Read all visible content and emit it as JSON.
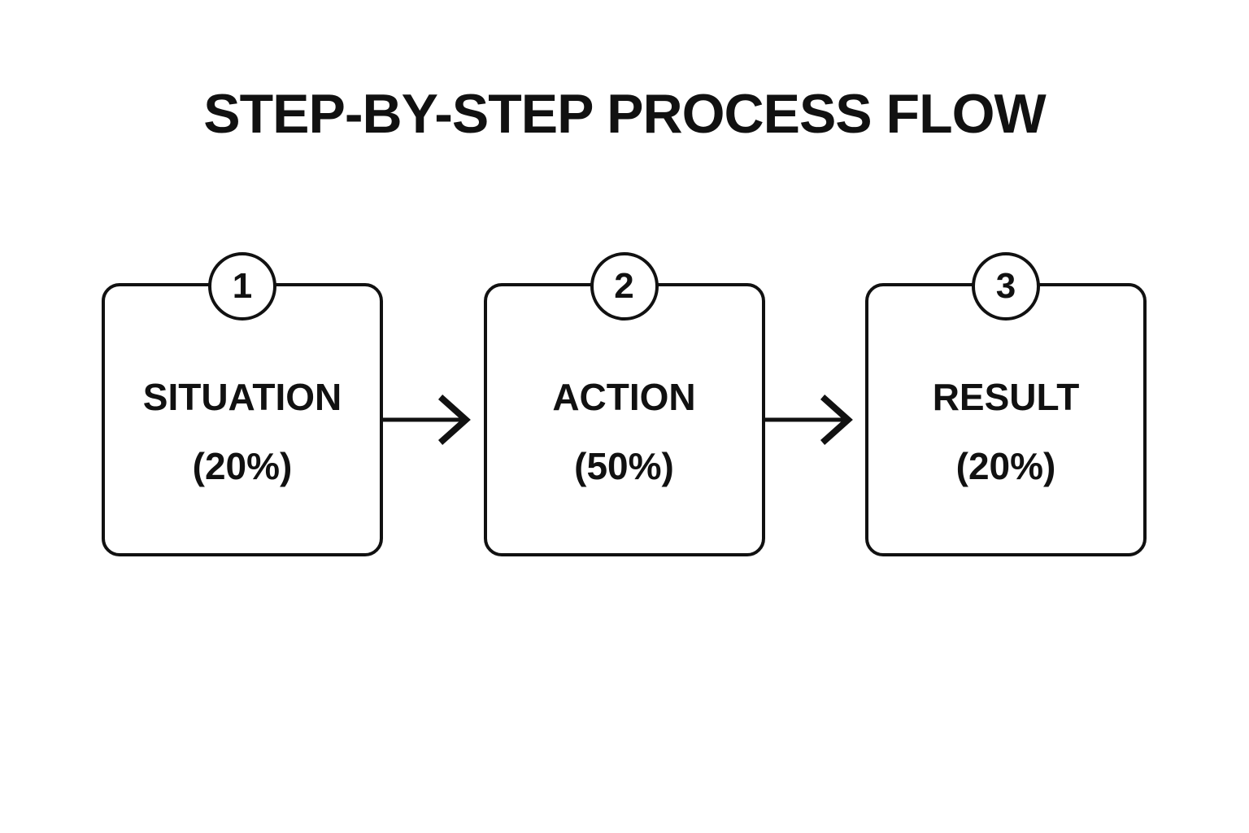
{
  "title": "STEP-BY-STEP PROCESS FLOW",
  "steps": [
    {
      "number": "1",
      "label": "SITUATION",
      "value": "(20%)"
    },
    {
      "number": "2",
      "label": "ACTION",
      "value": "(50%)"
    },
    {
      "number": "3",
      "label": "RESULT",
      "value": "(20%)"
    }
  ],
  "arrows": [
    {
      "icon": "arrow-right-icon"
    },
    {
      "icon": "arrow-right-icon"
    }
  ],
  "colors": {
    "background": "#ffffff",
    "line": "#111111",
    "text": "#111111"
  }
}
